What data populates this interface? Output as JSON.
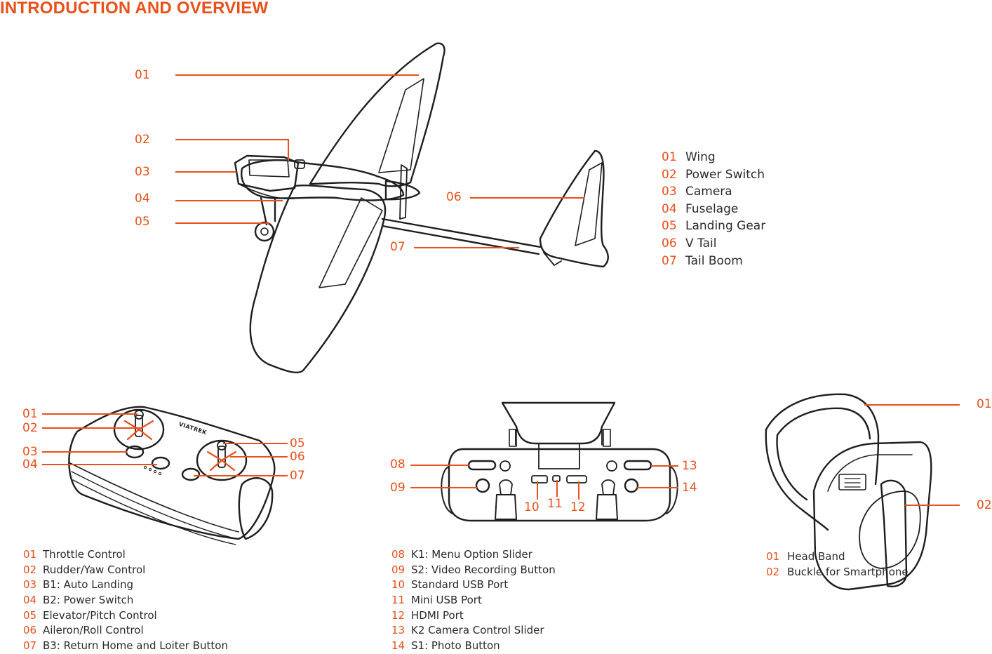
{
  "title": "INTRODUCTION AND OVERVIEW",
  "colors": {
    "accent": "#e8501c",
    "line": "#1e1e1e",
    "text": "#2a2a2a"
  },
  "aircraft": {
    "callouts": [
      "01",
      "02",
      "03",
      "04",
      "05",
      "06",
      "07"
    ],
    "legend": [
      {
        "num": "01",
        "label": "Wing"
      },
      {
        "num": "02",
        "label": "Power Switch"
      },
      {
        "num": "03",
        "label": "Camera"
      },
      {
        "num": "04",
        "label": "Fuselage"
      },
      {
        "num": "05",
        "label": "Landing Gear"
      },
      {
        "num": "06",
        "label": "V Tail"
      },
      {
        "num": "07",
        "label": "Tail Boom"
      }
    ]
  },
  "remote_top": {
    "brand": "VIATREK",
    "callouts": [
      "01",
      "02",
      "03",
      "04",
      "05",
      "06",
      "07"
    ],
    "legend": [
      {
        "num": "01",
        "label": "Throttle Control"
      },
      {
        "num": "02",
        "label": "Rudder/Yaw Control"
      },
      {
        "num": "03",
        "label": "B1: Auto Landing"
      },
      {
        "num": "04",
        "label": "B2: Power Switch"
      },
      {
        "num": "05",
        "label": "Elevator/Pitch Control"
      },
      {
        "num": "06",
        "label": "Aileron/Roll Control"
      },
      {
        "num": "07",
        "label": "B3: Return Home and Loiter Button"
      }
    ]
  },
  "remote_back": {
    "callouts": [
      "08",
      "09",
      "10",
      "11",
      "12",
      "13",
      "14"
    ],
    "legend": [
      {
        "num": "08",
        "label": "K1: Menu Option Slider"
      },
      {
        "num": "09",
        "label": "S2:  Video Recording Button"
      },
      {
        "num": "10",
        "label": "Standard USB Port"
      },
      {
        "num": "11",
        "label": "Mini USB Port"
      },
      {
        "num": "12",
        "label": "HDMI Port"
      },
      {
        "num": "13",
        "label": "K2 Camera Control Slider"
      },
      {
        "num": "14",
        "label": "S1:  Photo Button"
      }
    ]
  },
  "goggles": {
    "callouts": [
      "01",
      "02"
    ],
    "legend": [
      {
        "num": "01",
        "label": "Head Band"
      },
      {
        "num": "02",
        "label": "Buckle for Smartphone"
      }
    ]
  }
}
